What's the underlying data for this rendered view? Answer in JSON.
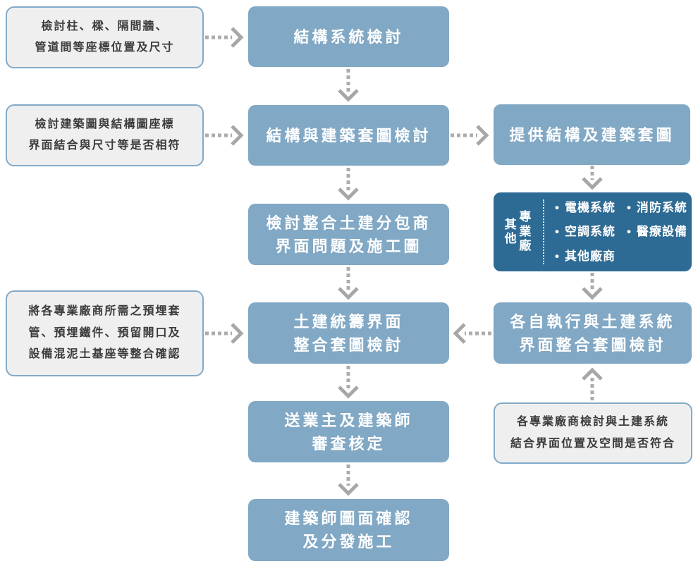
{
  "colors": {
    "step_blue": "#81a8c4",
    "vendors_dark_blue": "#2e6b94",
    "note_background": "#efefef",
    "note_border_blue": "#82aac8",
    "arrow_gray": "#acacac",
    "note_text": "#3b3b3b",
    "step_text": "#ffffff"
  },
  "nodes": {
    "note1": {
      "lines": [
        "檢討柱、樑、隔間牆、",
        "管道間等座標位置及尺寸"
      ]
    },
    "main1": {
      "lines": [
        "結構系統檢討"
      ]
    },
    "note2": {
      "lines": [
        "檢討建築圖與結構圖座標",
        "界面結合與尺寸等是否相符"
      ]
    },
    "main2": {
      "lines": [
        "結構與建築套圖檢討"
      ]
    },
    "right1": {
      "lines": [
        "提供結構及建築套圖"
      ]
    },
    "main3": {
      "lines": [
        "檢討整合土建分包商",
        "界面問題及施工圖"
      ]
    },
    "vendors": {
      "side_label_cols": [
        "其他",
        "專業廠"
      ],
      "bullet_char": "•",
      "bullets": [
        "電機系統",
        "消防系統",
        "空調系統",
        "醫療設備",
        "其他廠商"
      ]
    },
    "note3": {
      "lines": [
        "將各專業廠商所需之預埋套",
        "管、預埋鐵件、預留開口及",
        "設備混泥土基座等整合確認"
      ]
    },
    "main4": {
      "lines": [
        "土建統籌界面",
        "整合套圖檢討"
      ]
    },
    "right2": {
      "lines": [
        "各自執行與土建系統",
        "界面整合套圖檢討"
      ]
    },
    "main5": {
      "lines": [
        "送業主及建築師",
        "審查核定"
      ]
    },
    "note4": {
      "lines": [
        "各專業廠商檢討與土建系統",
        "結合界面位置及空間是否符合"
      ]
    },
    "main6": {
      "lines": [
        "建築師圖面確認",
        "及分發施工"
      ]
    }
  }
}
